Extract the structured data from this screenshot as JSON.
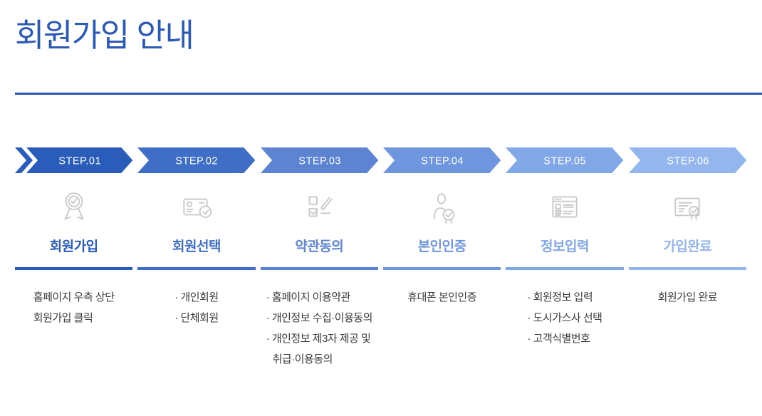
{
  "page": {
    "title": "회원가입 안내",
    "title_color": "#2c59b4",
    "rule_color": "#2b55ad",
    "desc_text_color": "#3b3b3b",
    "icon_stroke_color": "#c9c9c9",
    "step_label_text_color": "#ffffff"
  },
  "steps": [
    {
      "label": "STEP.01",
      "title": "회원가입",
      "color": "#2a5cba",
      "icon": "award-ribbon-icon",
      "desc": [
        {
          "type": "plain",
          "text": "홈페이지 우측 상단"
        },
        {
          "type": "plain",
          "text": "회원가입 클릭"
        }
      ]
    },
    {
      "label": "STEP.02",
      "title": "회원선택",
      "color": "#3f6ec6",
      "icon": "member-card-icon",
      "desc": [
        {
          "type": "bullet",
          "text": "개인회원"
        },
        {
          "type": "bullet",
          "text": "단체회원"
        }
      ]
    },
    {
      "label": "STEP.03",
      "title": "약관동의",
      "color": "#5c84d3",
      "icon": "terms-check-pen-icon",
      "desc": [
        {
          "type": "bullet",
          "text": "홈페이지 이용약관"
        },
        {
          "type": "bullet",
          "text": "개인정보 수집·이용동의"
        },
        {
          "type": "bullet",
          "text": "개인정보 제3자 제공 및"
        },
        {
          "type": "cont",
          "text": "취급·이용동의"
        }
      ]
    },
    {
      "label": "STEP.04",
      "title": "본인인증",
      "color": "#6e96de",
      "icon": "person-verify-icon",
      "desc": [
        {
          "type": "plain",
          "text": "휴대폰 본인인증"
        }
      ]
    },
    {
      "label": "STEP.05",
      "title": "정보입력",
      "color": "#82a7e7",
      "icon": "form-input-icon",
      "desc": [
        {
          "type": "bullet",
          "text": "회원정보 입력"
        },
        {
          "type": "bullet",
          "text": "도시가스사 선택"
        },
        {
          "type": "bullet",
          "text": "고객식별번호"
        }
      ]
    },
    {
      "label": "STEP.06",
      "title": "가입완료",
      "color": "#94b6ef",
      "icon": "certificate-seal-icon",
      "desc": [
        {
          "type": "plain",
          "text": "회원가입 완료"
        }
      ]
    }
  ]
}
